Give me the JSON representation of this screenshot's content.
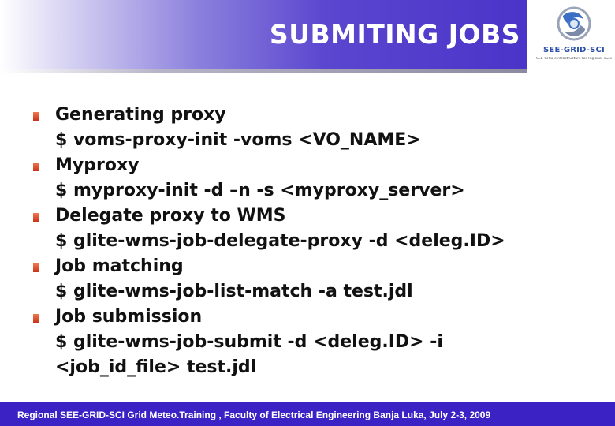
{
  "header": {
    "title": "SUBMITING JOBS",
    "logo_wordmark": "SEE-GRID-SCI",
    "logo_tagline": "SEE-GRID eInfrastructure for regional eScience"
  },
  "items": [
    {
      "heading": "Generating proxy",
      "command": "$ voms-proxy-init -voms <VO_NAME>"
    },
    {
      "heading": "Myproxy",
      "command": "$ myproxy-init -d –n -s <myproxy_server>"
    },
    {
      "heading": "Delegate proxy to WMS",
      "command": "$ glite-wms-job-delegate-proxy -d <deleg.ID>"
    },
    {
      "heading": "Job matching",
      "command": "$ glite-wms-job-list-match -a test.jdl"
    },
    {
      "heading": "Job submission",
      "command": "$ glite-wms-job-submit -d <deleg.ID> -i",
      "command_cont": "<job_id_file> test.jdl"
    }
  ],
  "footer": {
    "text": "Regional SEE-GRID-SCI Grid Meteo.Training , Faculty of Electrical Engineering Banja Luka, July 2-3, 2009"
  },
  "colors": {
    "header_purple": "#4a34c9",
    "footer_blue": "#3a22c4",
    "bullet_red": "#c8321a"
  }
}
